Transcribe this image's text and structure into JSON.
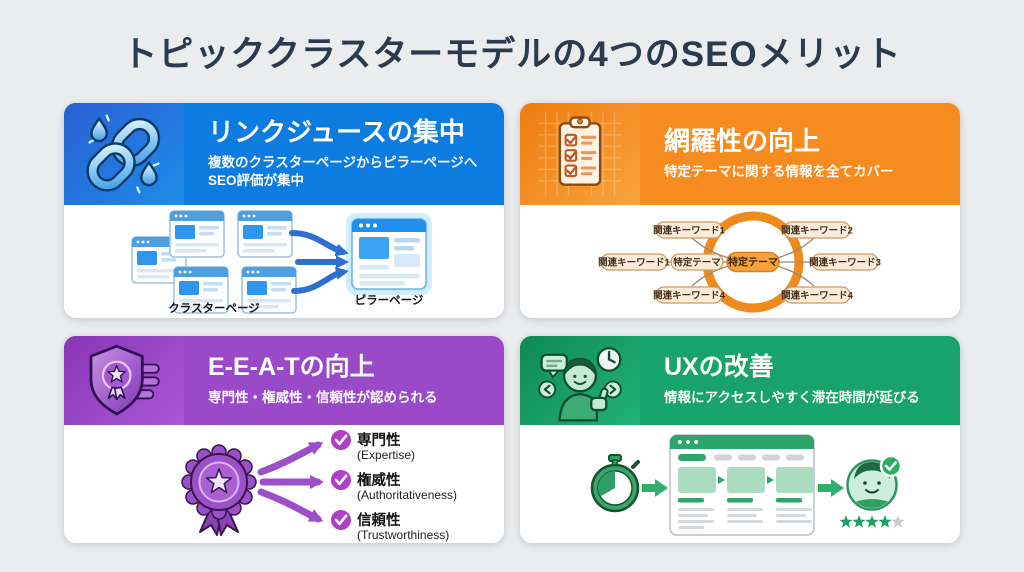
{
  "page": {
    "title": "トピッククラスターモデルの4つのSEOメリット"
  },
  "colors": {
    "background": "#eaecee",
    "title_text": "#2b3a4c",
    "card_blue": "#0d7ce0",
    "card_orange": "#f68b1f",
    "card_purple": "#9a4ac8",
    "card_green": "#17a36b"
  },
  "cards": {
    "link_juice": {
      "icon": "chain-link-water-drops-icon",
      "title": "リンクジュースの集中",
      "subtitle": "複数のクラスターページからピラーページへSEO評価が集中",
      "diagram": {
        "cluster_label": "クラスターページ",
        "pillar_label": "ピラーページ"
      }
    },
    "coverage": {
      "icon": "clipboard-checklist-icon",
      "title": "網羅性の向上",
      "subtitle": "特定テーマに関する情報を全てカバー",
      "diagram": {
        "center_node": "特定テーマ",
        "secondary_center_node": "特定テーマ",
        "satellite_nodes": [
          "関連キーワード1",
          "関連キーワード2",
          "関連キーワード1",
          "関連キーワード3",
          "関連キーワード4",
          "関連キーワード4"
        ]
      }
    },
    "eeat": {
      "icon": "shield-award-badge-icon",
      "title": "E-E-A-Tの向上",
      "subtitle": "専門性・権威性・信頼性が認められる",
      "items": [
        {
          "label_ja": "専門性",
          "label_en": "(Expertise)"
        },
        {
          "label_ja": "権威性",
          "label_en": "(Authoritativeness)"
        },
        {
          "label_ja": "信頼性",
          "label_en": "(Trustworthiness)"
        }
      ]
    },
    "ux": {
      "icon": "happy-user-thumbs-up-icon",
      "title": "UXの改善",
      "subtitle": "情報にアクセスしやすく滞在時間が延びる",
      "diagram": {
        "rating_filled": 4,
        "rating_total": 5
      }
    }
  }
}
